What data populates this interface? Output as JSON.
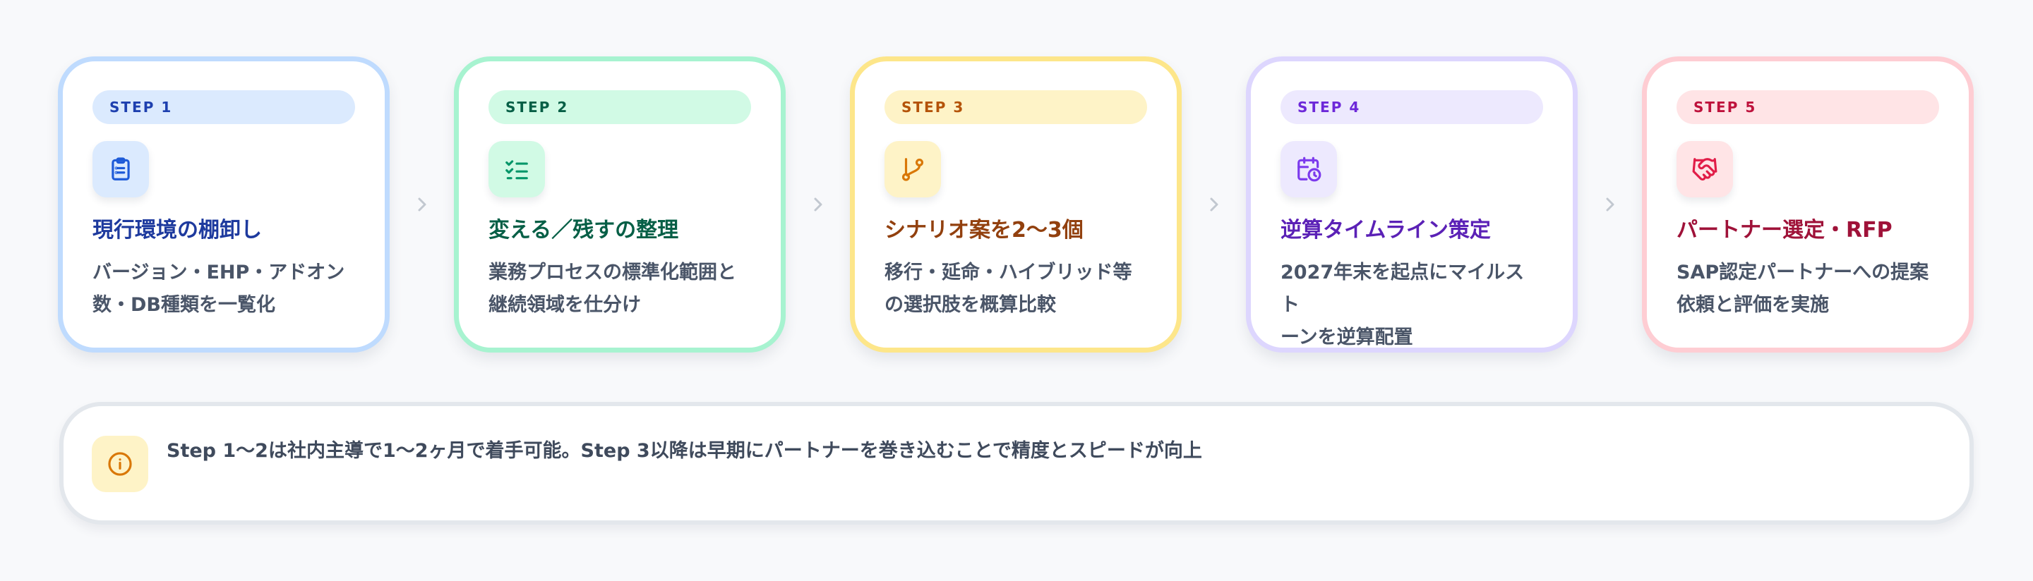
{
  "steps": [
    {
      "badge": "STEP 1",
      "icon": "clipboard-list-icon",
      "title": "現行環境の棚卸し",
      "desc_line1": "バージョン・EHP・アドオン",
      "desc_line2": "数・DB種類を一覧化",
      "accent": "#1e3a9e"
    },
    {
      "badge": "STEP 2",
      "icon": "checklist-icon",
      "title": "変える／残すの整理",
      "desc_line1": "業務プロセスの標準化範囲と",
      "desc_line2": "継続領域を仕分け",
      "accent": "#065f46"
    },
    {
      "badge": "STEP 3",
      "icon": "git-branch-icon",
      "title": "シナリオ案を2〜3個",
      "desc_line1": "移行・延命・ハイブリッド等",
      "desc_line2": "の選択肢を概算比較",
      "accent": "#92400e"
    },
    {
      "badge": "STEP 4",
      "icon": "calendar-clock-icon",
      "title": "逆算タイムライン策定",
      "desc_line1": "2027年末を起点にマイルスト",
      "desc_line2": "ーンを逆算配置",
      "accent": "#5b21b6"
    },
    {
      "badge": "STEP 5",
      "icon": "handshake-icon",
      "title": "パートナー選定・RFP",
      "desc_line1": "SAP認定パートナーへの提案",
      "desc_line2": "依頼と評価を実施",
      "accent": "#9f1239"
    }
  ],
  "connector_icon": "chevron-right-icon",
  "note": {
    "icon": "info-icon",
    "text": "Step 1〜2は社内主導で1〜2ヶ月で着手可能。Step 3以降は早期にパートナーを巻き込むことで精度とスピードが向上"
  }
}
